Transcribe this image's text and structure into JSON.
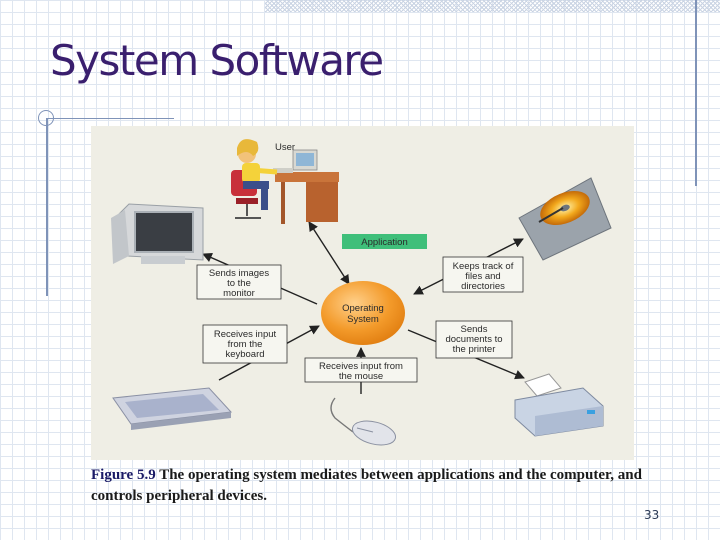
{
  "slide": {
    "title": "System Software",
    "page_number": "33"
  },
  "diagram": {
    "center_label": [
      "Operating",
      "System"
    ],
    "user_label": "User",
    "application_label": "Application",
    "boxes": {
      "sends_images": [
        "Sends images",
        "to the",
        "monitor"
      ],
      "receives_keyboard": [
        "Receives input",
        "from the",
        "keyboard"
      ],
      "receives_mouse": [
        "Receives input from",
        "the mouse"
      ],
      "keeps_track": [
        "Keeps track of",
        "files and",
        "directories"
      ],
      "sends_documents": [
        "Sends",
        "documents to",
        "the printer"
      ]
    }
  },
  "caption": {
    "prefix": "Figure 5.9",
    "text": " The operating system mediates between applications and the computer, and controls peripheral devices."
  },
  "colors": {
    "title": "#3a1f6e",
    "os_fill": "#f39a2a",
    "application_fill": "#3fbf7a",
    "box_fill": "#f6f6f0",
    "figure_bg": "#efeee5",
    "caption_prefix": "#1a1a66"
  }
}
